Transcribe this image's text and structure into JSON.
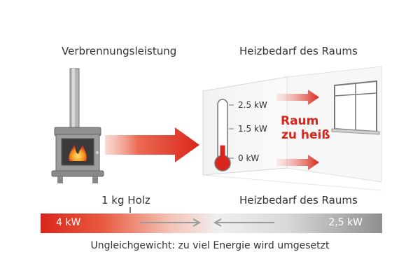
{
  "labels": {
    "left_title": "Verbrennungsleistung",
    "right_title": "Heizbedarf des Raums",
    "gauge_high": "2.5 kW",
    "gauge_mid": "1.5 kW",
    "gauge_low": "0 kW",
    "too_hot_line1": "Raum",
    "too_hot_line2": "zu heiß",
    "wood_label": "1 kg Holz",
    "bar_right_title": "Heizbedarf des Raums",
    "bar_left_value": "4 kW",
    "bar_right_value": "2,5 kW",
    "caption": "Ungleichgewicht: zu viel Energie wird umgesetzt"
  },
  "thermometer": {
    "fill_fraction": 0.3
  },
  "colors": {
    "accent_red": "#d9261c",
    "arrow_light": "#f3a79a",
    "stove_gray": "#9a9a9a",
    "wall_gray": "#efefef",
    "bar_gray": "#8f8f8f"
  },
  "icons": [
    "stove-icon",
    "flame-icon",
    "thermometer-icon",
    "window-icon",
    "arrow-right-icon",
    "arrow-left-icon"
  ]
}
